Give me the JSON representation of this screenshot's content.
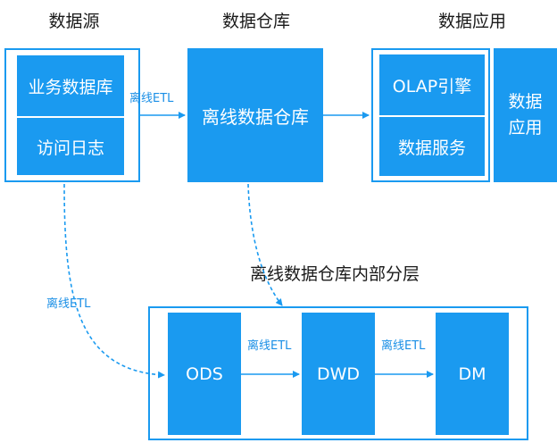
{
  "sections": {
    "source": "数据源",
    "warehouse": "数据仓库",
    "application": "数据应用"
  },
  "source_items": [
    "业务数据库",
    "访问日志"
  ],
  "warehouse_block": "离线数据仓库",
  "app_items": [
    "OLAP引擎",
    "数据服务"
  ],
  "app_side_line1": "数据",
  "app_side_line2": "应用",
  "layer_title": "离线数据仓库内部分层",
  "layers": [
    "ODS",
    "DWD",
    "DM"
  ],
  "edge_labels": {
    "source_to_warehouse": "离线ETL",
    "source_to_ods": "离线ETL",
    "ods_to_dwd": "离线ETL",
    "dwd_to_dm": "离线ETL"
  },
  "colors": {
    "accent": "#1a9af0",
    "text": "#1a1a1a",
    "background": "#ffffff"
  }
}
